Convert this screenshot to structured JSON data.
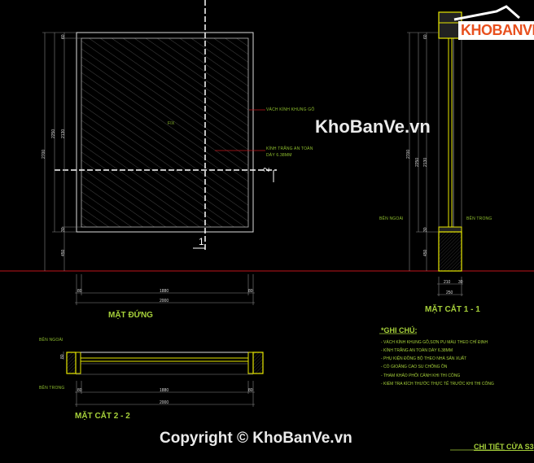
{
  "elevation": {
    "title": "MẶT ĐỨNG",
    "fix_label": "FIX",
    "callout_frame": "VÁCH KÍNH KHUNG GỖ",
    "callout_glass_1": "KÍNH TRẮNG AN TOÀN",
    "callout_glass_2": "DÀY 6.38MM",
    "section_1": "1",
    "section_2": "2",
    "dims_vertical": {
      "total": "2700",
      "opening": "2250",
      "glass": "2130",
      "top": "60",
      "bottom": "30",
      "base": "450"
    },
    "dims_horizontal": {
      "left": "80",
      "middle": "1880",
      "right": "80",
      "total": "2000"
    }
  },
  "section_1_1": {
    "title": "MẶT CẮT 1 - 1",
    "outside_label": "BÊN NGOÀI",
    "inside_label": "BÊN TRONG",
    "dims_vertical": {
      "total": "2700",
      "opening": "2250",
      "glass": "2130",
      "top": "60",
      "bottom": "30",
      "base": "450"
    },
    "dims_horizontal": {
      "a": "210",
      "b": "30",
      "total": "250"
    }
  },
  "section_2_2": {
    "title": "MẶT CẮT 2 - 2",
    "outside_label": "BÊN NGOÀI",
    "inside_label": "BÊN TRONG",
    "dim_depth": "80",
    "dims_horizontal": {
      "left": "80",
      "middle": "1880",
      "right": "80",
      "total": "2000"
    }
  },
  "notes": {
    "title": "*GHI CHÚ:",
    "items": [
      "- VÁCH KÍNH KHUNG GỖ,SƠN PU MÀU THEO CHỈ ĐỊNH",
      "- KÍNH TRẮNG AN TOÀN DÀY 6.38MM",
      "- PHỤ KIỆN ĐỒNG BỘ THEO NHÀ SẢN XUẤT",
      "- CÓ GIOĂNG CAO SU CHỐNG ỒN",
      "- THAM KHẢO PHỐI CẢNH KHI THI CÔNG",
      "- KIỂM TRA KÍCH THƯỚC THỰC TẾ TRƯỚC KHI THI CÔNG"
    ]
  },
  "sheet_title": "CHI TIẾT CỬA S3",
  "watermark": "KhoBanVe.vn",
  "copyright": "Copyright © KhoBanVe.vn",
  "logo": "KHOBANVE",
  "colors": {
    "background": "#000000",
    "ground_line": "#c0141c",
    "text": "#a6d03a",
    "section": "#e8e800",
    "logo": "#e8501e"
  }
}
